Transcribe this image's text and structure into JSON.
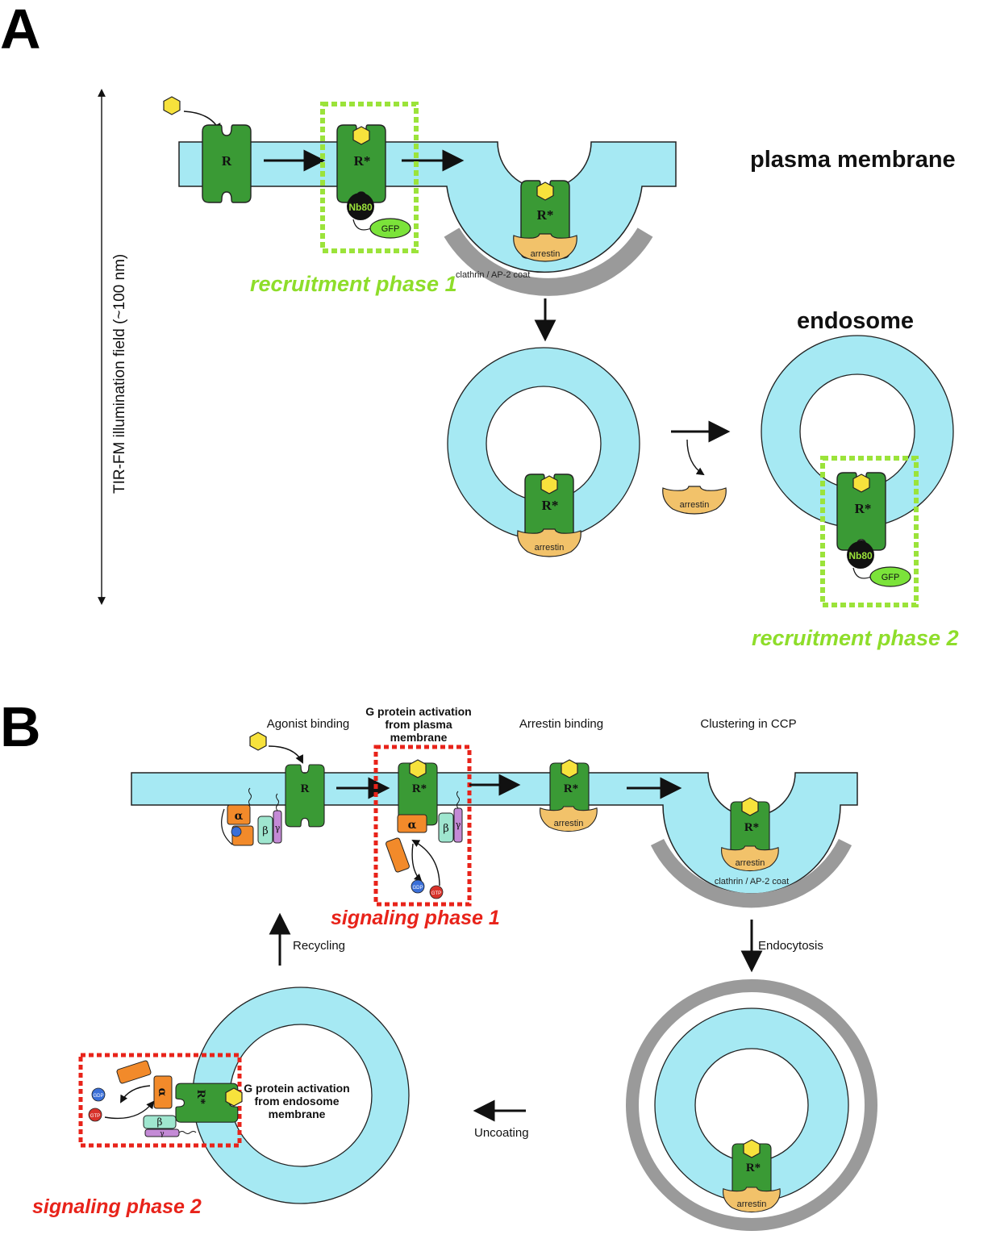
{
  "panelA": {
    "letter": "A",
    "axis_label": "TIR-FM illumination field (~100 nm)",
    "plasma_membrane": "plasma membrane",
    "endosome": "endosome",
    "recruitment_phase_1": "recruitment phase 1",
    "recruitment_phase_2": "recruitment phase 2",
    "clathrin_coat": "clathrin / AP-2 coat",
    "receptor_inactive": "R",
    "receptor_active": "R*",
    "nanobody": "Nb80",
    "gfp": "GFP",
    "arrestin": "arrestin"
  },
  "panelB": {
    "letter": "B",
    "step_agonist": "Agonist binding",
    "step_gprotein_pm_1": "G protein activation",
    "step_gprotein_pm_2": "from plasma",
    "step_gprotein_pm_3": "membrane",
    "step_arrestin": "Arrestin binding",
    "step_clustering": "Clustering in CCP",
    "signaling_phase_1": "signaling phase 1",
    "signaling_phase_2": "signaling phase 2",
    "recycling": "Recycling",
    "endocytosis": "Endocytosis",
    "uncoating": "Uncoating",
    "endo_gprotein_1": "G protein activation",
    "endo_gprotein_2": "from endosome",
    "endo_gprotein_3": "membrane",
    "clathrin_coat": "clathrin / AP-2 coat",
    "receptor_inactive": "R",
    "receptor_active": "R*",
    "arrestin": "arrestin",
    "alpha": "α",
    "beta": "β",
    "gamma": "γ",
    "gdp": "GDP",
    "gtp": "GTP"
  },
  "colors": {
    "membrane": "#a6e9f3",
    "receptor": "#3a9a35",
    "agonist": "#f7e23c",
    "arrestin": "#f2c26a",
    "clathrin": "#9a9a9a",
    "green_box": "#9be33a",
    "red_box": "#e8231a",
    "g_alpha": "#f28a2a",
    "g_beta": "#9fe6cf",
    "g_gamma": "#c48ad6",
    "gdp": "#3a6fd8",
    "gtp": "#d8322a"
  }
}
